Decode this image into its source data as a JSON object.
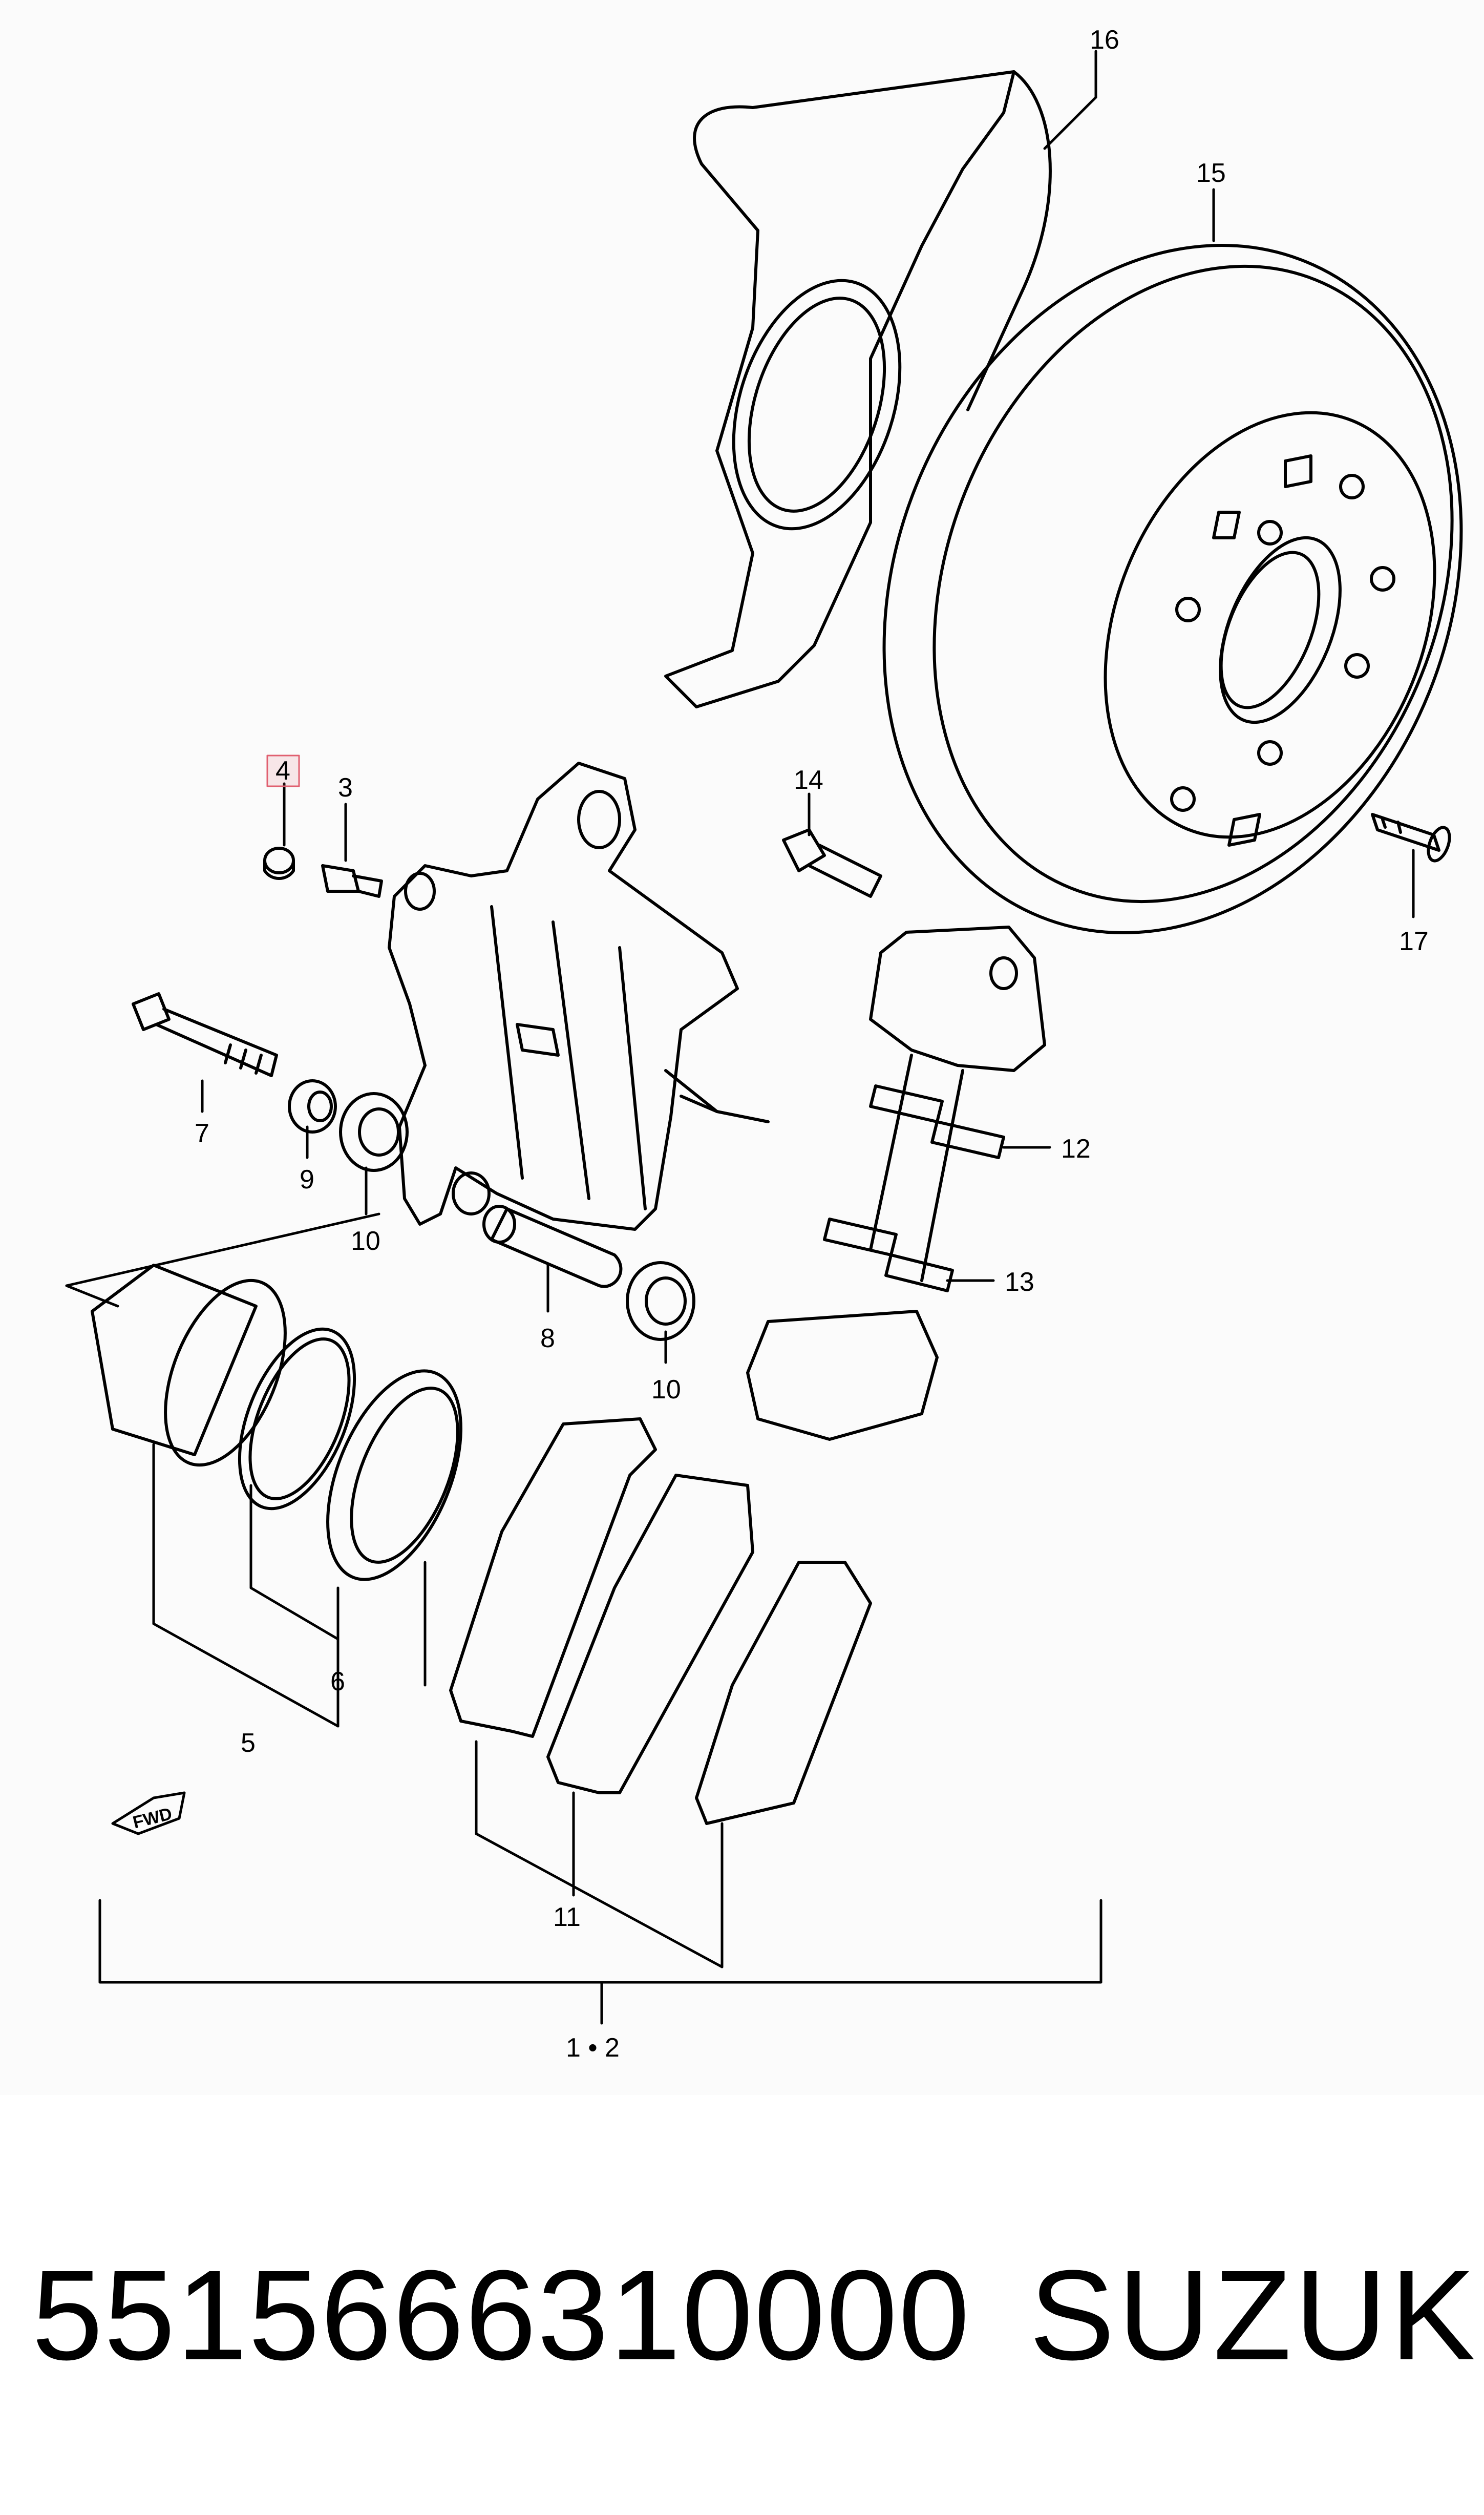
{
  "diagram": {
    "callouts": {
      "c1_2": "1 • 2",
      "c3": "3",
      "c4": "4",
      "c5": "5",
      "c6": "6",
      "c7": "7",
      "c8": "8",
      "c9": "9",
      "c10a": "10",
      "c10b": "10",
      "c11": "11",
      "c12": "12",
      "c13": "13",
      "c14": "14",
      "c15": "15",
      "c16": "16",
      "c17": "17"
    },
    "fwd_arrow_text": "FWD",
    "highlight_color": "#e06070"
  },
  "caption": {
    "part_number": "5515666310000",
    "brand": "SUZUKI"
  }
}
